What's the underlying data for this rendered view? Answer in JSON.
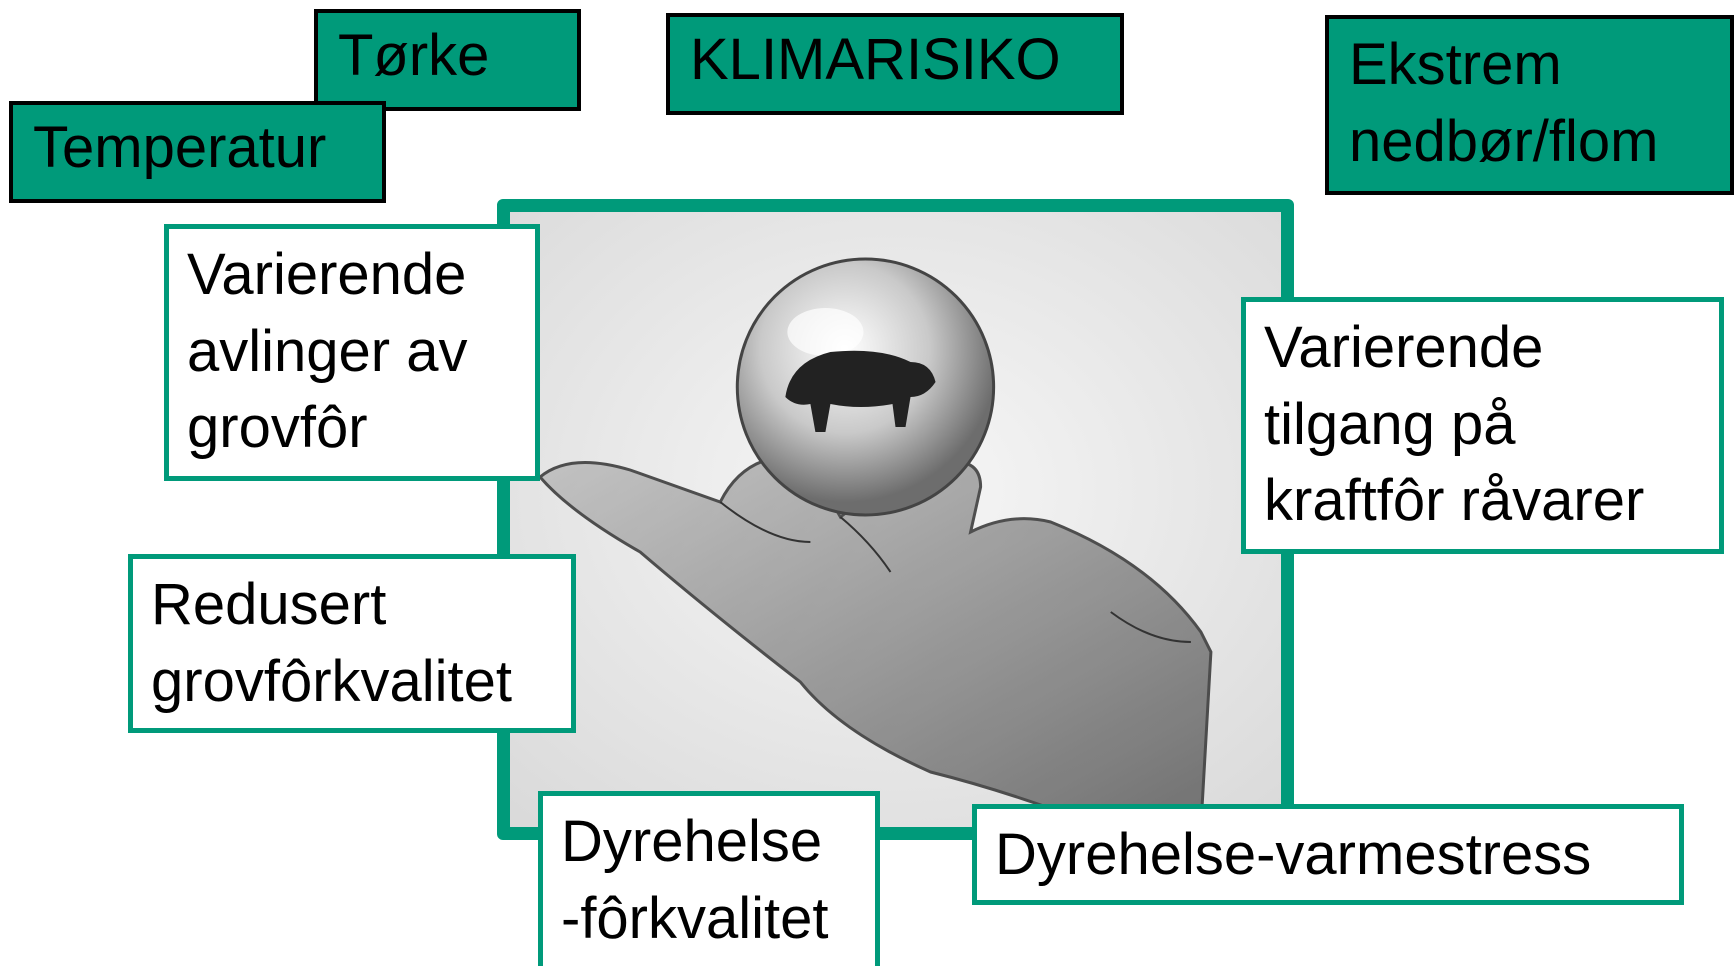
{
  "title": "KLIMARISIKO",
  "drivers": {
    "torke": "Tørke",
    "temperatur": "Temperatur",
    "nedbor": [
      "Ekstrem",
      "nedbør/flom"
    ]
  },
  "impacts": {
    "avlinger": [
      "Varierende",
      "avlinger av",
      "grovfôr"
    ],
    "kraftfor": [
      "Varierende",
      "tilgang på",
      "kraftfôr råvarer"
    ],
    "grovforkvalitet": [
      "Redusert",
      "grovfôrkvalitet"
    ],
    "dyrehelse_for": [
      "Dyrehelse",
      "-fôrkvalitet"
    ],
    "dyrehelse_varme": "Dyrehelse-varmestress"
  },
  "colors": {
    "accent": "#009a7a",
    "outline": "#000000",
    "background": "#ffffff"
  },
  "image": {
    "subject": "pencil sketch of a hand holding a crystal ball with a cow reflected inside"
  }
}
